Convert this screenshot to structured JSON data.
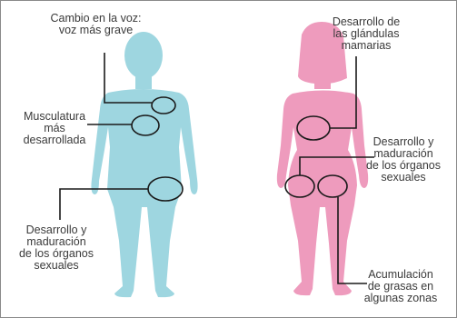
{
  "colors": {
    "male_body": "#9ed6e0",
    "female_body": "#ee9bbd",
    "marker_stroke": "#1a1a1a",
    "label_text": "#3a3a3a"
  },
  "male": {
    "voice_label": "Cambio en la voz:\nvoz más grave",
    "muscle_label": "Musculatura\nmás\ndesarrollada",
    "organs_label": "Desarrollo y\nmaduración\nde los órganos\nsexuales"
  },
  "female": {
    "breast_label": "Desarrollo de\nlas glándulas\nmamarias",
    "organs_label": "Desarrollo y\nmaduración\nde los órganos\nsexuales",
    "fat_label": "Acumulación\nde grasas en\nalgunas zonas"
  }
}
